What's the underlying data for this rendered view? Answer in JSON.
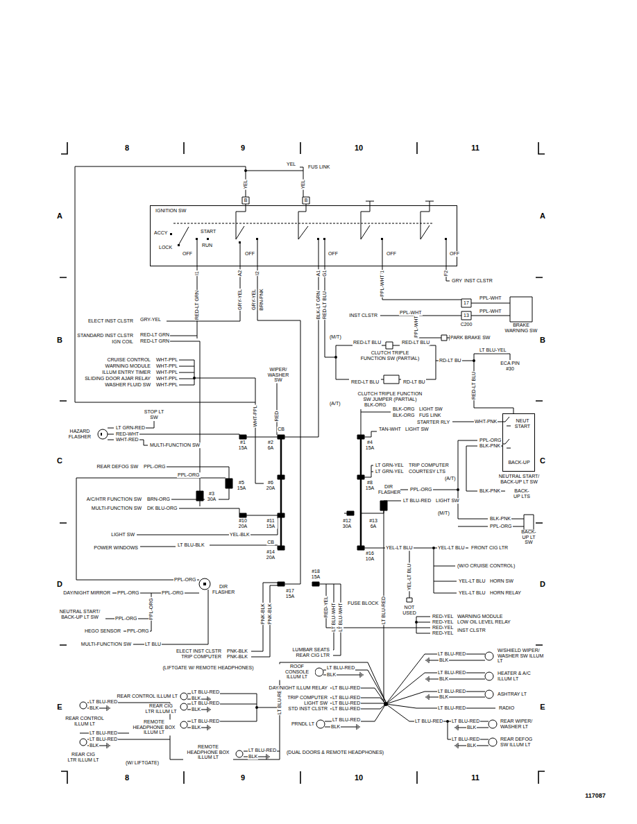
{
  "diagram": {
    "nodes": [
      {
        "text": [
          "IGNITION SW"
        ]
      },
      {
        "text": [
          "NEUT START",
          "BACK-UP",
          "NEUTRAL START/ BACK-UP LT SW"
        ]
      }
    ],
    "labels": [
      "8",
      "9",
      "10",
      "11",
      "8",
      "9",
      "10",
      "11",
      "A",
      "A",
      "B",
      "B",
      "C",
      "C",
      "D",
      "D",
      "E",
      "E",
      "117087",
      "YEL",
      "FUS LINK",
      "YEL",
      "YEL",
      "B",
      "B",
      "ACCY",
      "START",
      "LOCK",
      "RUN",
      "OFF",
      "OFF",
      "OFF",
      "OFF",
      "OFF",
      "I1",
      "A2",
      "I2",
      "A1",
      "G1",
      "F1",
      "F2",
      "RED-LT GRN",
      "GRY-YEL",
      "GRY-YEL",
      "BRN-PNK",
      "BLK-LT GRN",
      "RED-LT BLU",
      "PPL-WHT",
      "GRY",
      "INST CLSTR",
      "PPL-WHT",
      "17",
      "PPL-WHT",
      "13",
      "INST CLSTR",
      "PPL-WHT",
      "C200",
      "PPL-WHT",
      "PARK BRAKE SW",
      "BRAKE WARNING SW",
      "ELECT INST CLSTR",
      "GRY-YEL",
      "STANDARD INST CLSTR",
      "RED-LT GRN",
      "IGN COIL",
      "RED-LT GRN",
      "CRUISE CONTROL",
      "WHT-PPL",
      "WARNING MODULE",
      "WHT-PPL",
      "ILLUM ENTRY TIMER",
      "WHT-PPL",
      "SLIDING DOOR AJAR RELAY",
      "WHT-PPL",
      "WASHER FLUID SW",
      "WHT-PPL",
      "WIPER/ WASHER SW",
      "(M/T)",
      "RED-LT BLU",
      "RED-LT BLU",
      "CLUTCH TRIPLE FUNCTION SW (PARTIAL)",
      "RD-LT BU",
      "LT BLU-YEL",
      "ECA PIN #30",
      "RED-LT BLU",
      "RD-LT BU",
      "CLUTCH TRIPLE FUNCTION SW JUMPER (PARTIAL)",
      "(A/T)",
      "RED-LT BLU",
      "WHT-PPL",
      "RED",
      "STOP LT SW",
      "BLK-ORG",
      "BLK-ORG",
      "LIGHT SW",
      "BLK-ORG",
      "FUS LINK",
      "STARTER RLY",
      "WHT-PNK",
      "HAZARD FLASHER",
      "LT GRN-RED",
      "RED-WHT",
      "WHT-RED",
      "MULTI-FUNCTION SW",
      "CB",
      "#1 15A",
      "#2 6A",
      "TAN-WHT",
      "LIGHT SW",
      "#4 15A",
      "REAR DEFOG SW",
      "PPL-ORG",
      "PPL-ORG",
      "#5 15A",
      "#3 30A",
      "#6 20A",
      "LT GRN-YEL",
      "TRIP COMPUTER",
      "LT GRN-YEL",
      "COURTESY LTS",
      "#8 15A",
      "(A/T)",
      "DIR FLASHER",
      "PPL-ORG",
      "BLK-PNK",
      "BACK-UP LTS",
      "PPL-ORG",
      "BLK-PNK",
      "A/C/HTR FUNCTION SW",
      "BRN-ORG",
      "MULTI-FUNCTION SW",
      "DK BLU-ORG",
      "#10 20A",
      "#11 15A",
      "LT BLU-RED",
      "LIGHT SW",
      "#13 6A",
      "#12 30A",
      "(M/T)",
      "BLK-PNK",
      "PPL-ORG",
      "BACK-UP LT SW",
      "YEL-BLK",
      "LIGHT SW",
      "LT BLU-BLK",
      "POWER WINDOWS",
      "CB",
      "#14 20A",
      "#16 10A",
      "YEL-LT BLU",
      "YEL-LT BLU",
      "FRONT CIG LTR",
      "(W/O CRUISE CONTROL)",
      "YEL-LT BLU",
      "HORN SW",
      "YEL-LT BLU",
      "HORN RELAY",
      "YEL-LT BLU",
      "NOT USED",
      "PPL-ORG",
      "DIR FLASHER",
      "#17 15A",
      "#18 15A",
      "FUSE BLOCK",
      "DAY/NIGHT MIRROR",
      "PPL-ORG",
      "PPL-ORG",
      "PNK-BLK",
      "PNK-BLK",
      "RED-YEL",
      "LT BLU-WHT",
      "LT BLU-WHT",
      "LT BLU-RED",
      "NEUTRAL START/ BACK-UP LT SW",
      "PPL-ORG",
      "PPL-ORG",
      "HEGO SENSOR",
      "PPL-ORG",
      "MULTI-FUNCTION SW",
      "LT BLU",
      "ELECT INST CLSTR",
      "PNK-BLK",
      "TRIP COMPUTER",
      "PNK-BLK",
      "RED-YEL",
      "RED-YEL",
      "RED-YEL",
      "RED-YEL",
      "WARNING MODULE",
      "LOW OIL LEVEL RELAY",
      "INST CLSTR",
      "LUMBAR SEATS",
      "REAR CIG LTR",
      "(LIFTGATE W/ REMOTE HEADPHONES)",
      "LT BLU-RED",
      "REAR CONTROL ILLUM LT",
      "BLK",
      "LT BLU-RED",
      "REAR CIG LTR ILLUM LT",
      "BLK",
      "LT BLU-RED",
      "REMOTE HEADPHONE BOX ILLUM LT",
      "BLK",
      "LT BLU-RED",
      "LT BLU-RED",
      "BLK",
      "REAR CONTROL ILLUM LT",
      "LT BLU-RED",
      "LT BLU-RED",
      "BLK",
      "REAR CIG LTR ILLUM LT",
      "(W/ LIFTGATE)",
      "REMOTE HEADPHONE BOX ILLUM LT",
      "LT BLU-RED",
      "BLK",
      "(DUAL DOORS & REMOTE HEADPHONES)",
      "ROOF CONSOLE ILLUM LT",
      "LT BLU-RED",
      "BLK",
      "DAY/NIGHT ILLUM RELAY",
      "LT BLU-RED",
      "TRIP COMPUTER",
      "LT BLU-RED",
      "LIGHT SW",
      "LT BLU-RED",
      "STD INST CLSTR",
      "LT BLU-RED",
      "PRNDL LT",
      "LT BLU-RED",
      "BLK",
      "LT BLU-RED",
      "BLK",
      "W/SHIELD WIPER/ WASHER SW ILLUM LT",
      "LT BLU-RED",
      "BLK",
      "HEATER & A/C ILLUM LT",
      "LT BLU-RED",
      "BLK",
      "ASHTRAY LT",
      "LT BLU-RED",
      "RADIO",
      "LT BLU-RED",
      "LT BLU-RED",
      "BLK",
      "REAR WIPER/ WASHER LT",
      "LT BLU-RED",
      "BLK",
      "REAR DEFOG SW ILLUM LT"
    ]
  }
}
